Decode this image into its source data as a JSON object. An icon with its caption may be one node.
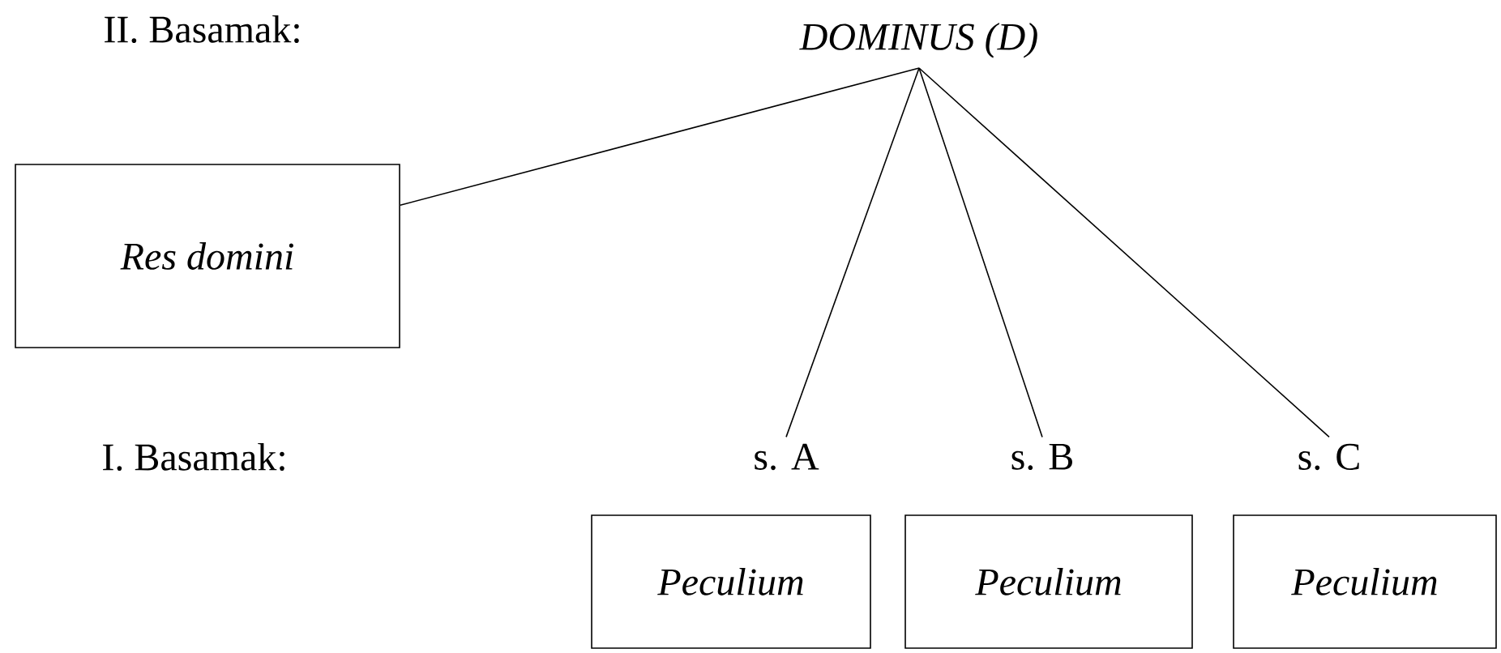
{
  "diagram": {
    "nodes": [
      {
        "text": [
          "DOMINUS (D)"
        ]
      },
      {
        "text": [
          "Res domini"
        ]
      },
      {
        "text": [
          "s. A"
        ]
      },
      {
        "text": [
          "s. B"
        ]
      },
      {
        "text": [
          "s. C"
        ]
      },
      {
        "text": [
          "Peculium"
        ]
      },
      {
        "text": [
          "Peculium"
        ]
      },
      {
        "text": [
          "Peculium"
        ]
      }
    ],
    "edges": [
      {
        "from": 0,
        "to": 1,
        "arrow": "none"
      },
      {
        "from": 0,
        "to": 2,
        "arrow": "none"
      },
      {
        "from": 0,
        "to": 3,
        "arrow": "none"
      },
      {
        "from": 0,
        "to": 4,
        "arrow": "none"
      }
    ],
    "labels": [
      "II. Basamak:",
      "I. Basamak:"
    ]
  }
}
